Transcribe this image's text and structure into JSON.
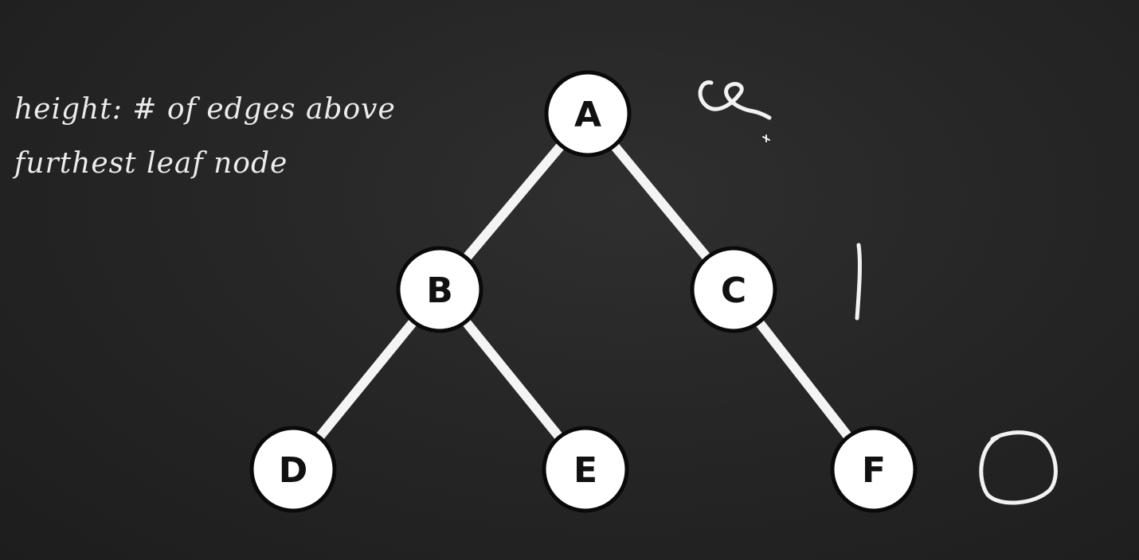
{
  "caption": {
    "line1": "height: # of edges above",
    "line2": "furthest leaf node"
  },
  "tree": {
    "nodes": [
      {
        "id": "A",
        "label": "A"
      },
      {
        "id": "B",
        "label": "B"
      },
      {
        "id": "C",
        "label": "C"
      },
      {
        "id": "D",
        "label": "D"
      },
      {
        "id": "E",
        "label": "E"
      },
      {
        "id": "F",
        "label": "F"
      }
    ],
    "edges": [
      [
        "A",
        "B"
      ],
      [
        "A",
        "C"
      ],
      [
        "B",
        "D"
      ],
      [
        "B",
        "E"
      ],
      [
        "C",
        "F"
      ]
    ]
  },
  "annotations": {
    "level_0_height": "2",
    "level_1_height": "1",
    "level_2_height": "0"
  },
  "colors": {
    "board": "#232323",
    "node_fill": "#ffffff",
    "node_stroke": "#0a0a0a",
    "edge": "#f4f4f4",
    "chalk": "#f2f2f2"
  }
}
